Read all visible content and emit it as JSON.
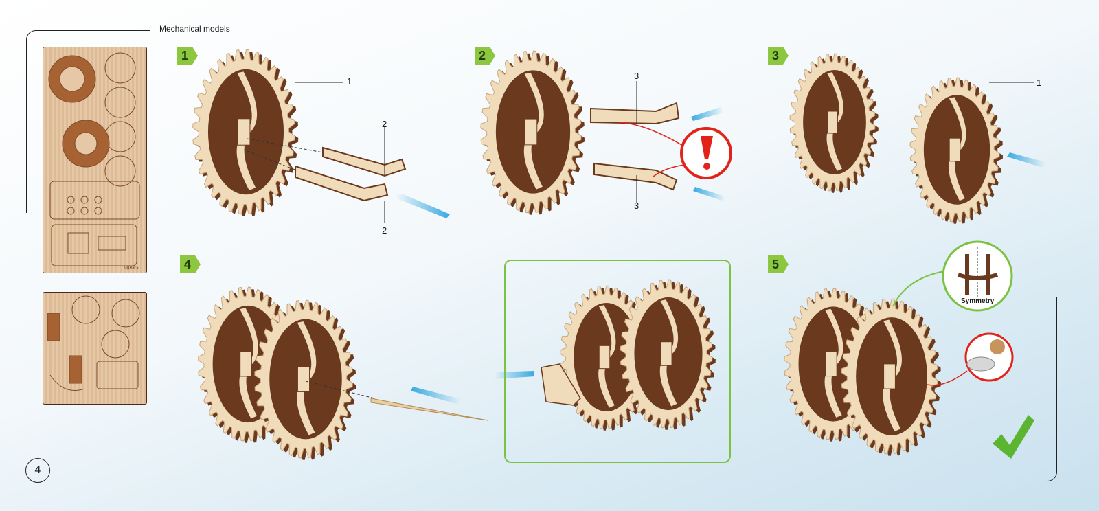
{
  "section_title": "Mechanical models",
  "page_number": "4",
  "steps": [
    {
      "label": "1"
    },
    {
      "label": "2"
    },
    {
      "label": "3"
    },
    {
      "label": "4"
    },
    {
      "label": "5"
    }
  ],
  "callouts": {
    "step1_gear": "1",
    "step1_part_top": "2",
    "step1_part_bottom": "2",
    "step2_part_top": "3",
    "step2_part_bottom": "3",
    "step3_gear": "1"
  },
  "symmetry_label": "Symmetry",
  "sheet_brand": "ugears",
  "colors": {
    "step_badge": "#8dc63f",
    "arrow_blue": "#39a9e0",
    "warning_red": "#e2231a",
    "check_green": "#5bb531",
    "wood_light": "#f0dcbb",
    "wood_dark": "#6b3a1e"
  }
}
